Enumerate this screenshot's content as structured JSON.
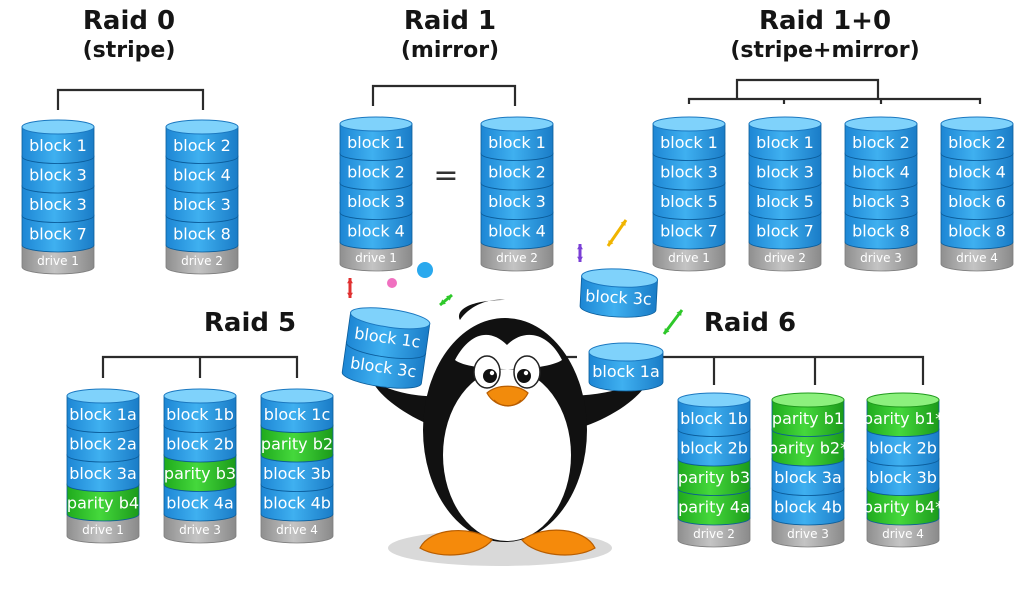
{
  "colors": {
    "block_blue": "#2f9fe6",
    "block_blue_light": "#7fd2fb",
    "parity_green": "#2ec82a",
    "parity_green_light": "#8cf07d",
    "drive_gray": "#a9a9a9",
    "connector": "#2b2b2b"
  },
  "raid0": {
    "title": "Raid 0",
    "subtitle": "(stripe)",
    "drives": [
      {
        "label": "drive 1",
        "blocks": [
          "block 1",
          "block 3",
          "block 3",
          "block 7"
        ]
      },
      {
        "label": "drive 2",
        "blocks": [
          "block 2",
          "block 4",
          "block 3",
          "block 8"
        ]
      }
    ]
  },
  "raid1": {
    "title": "Raid 1",
    "subtitle": "(mirror)",
    "equals": "=",
    "drives": [
      {
        "label": "drive 1",
        "blocks": [
          "block 1",
          "block 2",
          "block 3",
          "block 4"
        ]
      },
      {
        "label": "drive 2",
        "blocks": [
          "block 1",
          "block 2",
          "block 3",
          "block 4"
        ]
      }
    ]
  },
  "raid10": {
    "title": "Raid 1+0",
    "subtitle": "(stripe+mirror)",
    "drives": [
      {
        "label": "drive 1",
        "blocks": [
          "block 1",
          "block 3",
          "block 5",
          "block 7"
        ]
      },
      {
        "label": "drive 2",
        "blocks": [
          "block 1",
          "block 3",
          "block 5",
          "block 7"
        ]
      },
      {
        "label": "drive 3",
        "blocks": [
          "block 2",
          "block 4",
          "block 3",
          "block 8"
        ]
      },
      {
        "label": "drive 4",
        "blocks": [
          "block 2",
          "block 4",
          "block 6",
          "block 8"
        ]
      }
    ]
  },
  "raid5": {
    "title": "Raid 5",
    "drives": [
      {
        "label": "drive 1",
        "blocks": [
          "block 1a",
          "block 2a",
          "block 3a",
          "parity b4"
        ],
        "parity": [
          false,
          false,
          false,
          true
        ]
      },
      {
        "label": "drive 3",
        "blocks": [
          "block 1b",
          "block 2b",
          "parity b3",
          "block 4a"
        ],
        "parity": [
          false,
          false,
          true,
          false
        ]
      },
      {
        "label": "drive 4",
        "blocks": [
          "block 1c",
          "parity b2",
          "block 3b",
          "block 4b"
        ],
        "parity": [
          false,
          true,
          false,
          false
        ]
      }
    ]
  },
  "raid6": {
    "title": "Raid 6",
    "drives": [
      {
        "label": "drive 2",
        "blocks": [
          "block 1b",
          "block 2b",
          "parity b3",
          "parity 4a"
        ],
        "parity": [
          false,
          false,
          true,
          true
        ]
      },
      {
        "label": "drive 3",
        "blocks": [
          "parity b1",
          "parity b2*",
          "block 3a",
          "block 4b"
        ],
        "parity": [
          true,
          true,
          false,
          false
        ]
      },
      {
        "label": "drive 4",
        "blocks": [
          "parity b1*",
          "block 2b",
          "block 3b",
          "parity b4*"
        ],
        "parity": [
          true,
          false,
          false,
          true
        ]
      }
    ]
  },
  "floating": {
    "left_disk": [
      "block 1c",
      "block 3c"
    ],
    "top_disk": "block 3c",
    "right_disk": "block 1a"
  },
  "mascot": "penguin"
}
